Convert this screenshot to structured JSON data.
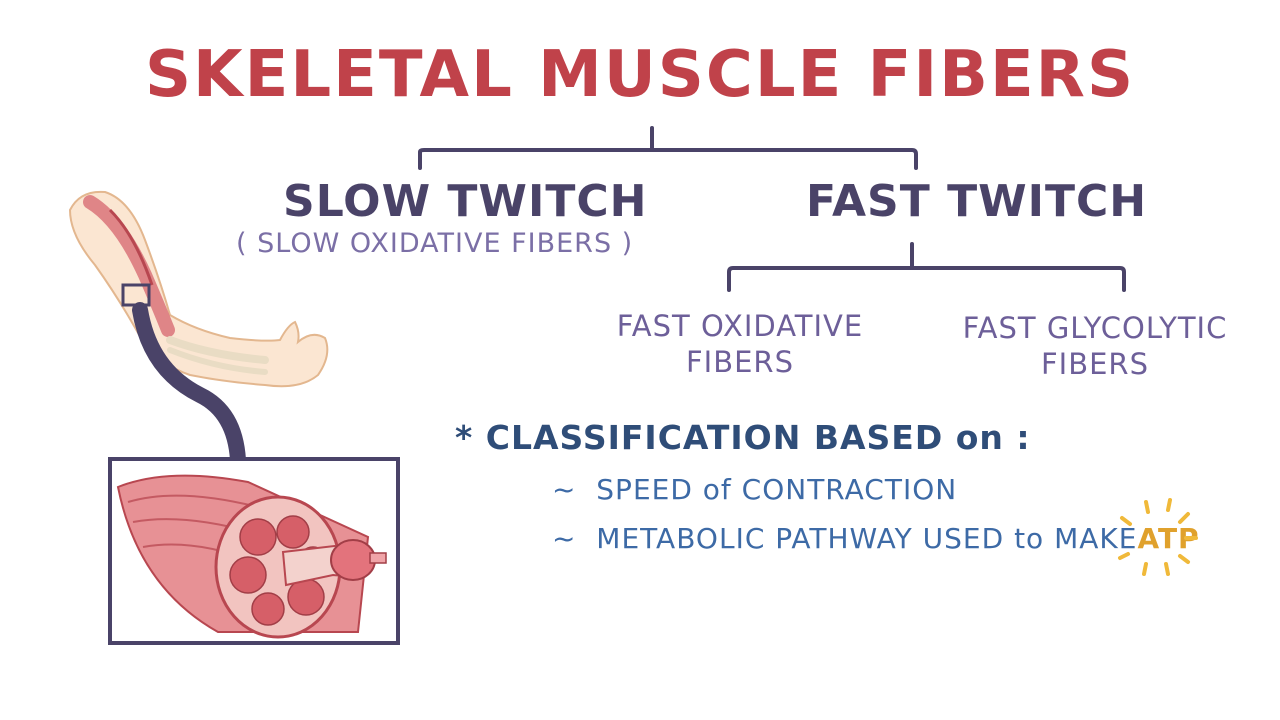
{
  "title": "SKELETAL MUSCLE FIBERS",
  "slow_twitch": {
    "label": "SLOW TWITCH",
    "subtitle": "( SLOW OXIDATIVE FIBERS )"
  },
  "fast_twitch": {
    "label": "FAST TWITCH",
    "children": [
      {
        "line1": "FAST OXIDATIVE",
        "line2": "FIBERS"
      },
      {
        "line1": "FAST GLYCOLYTIC",
        "line2": "FIBERS"
      }
    ]
  },
  "classification": {
    "bullet": "*",
    "heading": "CLASSIFICATION BASED on :",
    "criteria": [
      {
        "prefix": "~",
        "text": "SPEED of CONTRACTION"
      },
      {
        "prefix": "~",
        "text": "METABOLIC PATHWAY USED to MAKE",
        "highlight": "ATP"
      }
    ]
  },
  "colors": {
    "title": "#c0424a",
    "tree_lines": "#4a4368",
    "heading": "#2f4d78",
    "criteria": "#3d6aa6",
    "highlight": "#e0a12c",
    "muscle": "#d9737a"
  },
  "icons": [
    "arm-illustration",
    "muscle-cross-section-illustration",
    "sparkle-icon"
  ]
}
